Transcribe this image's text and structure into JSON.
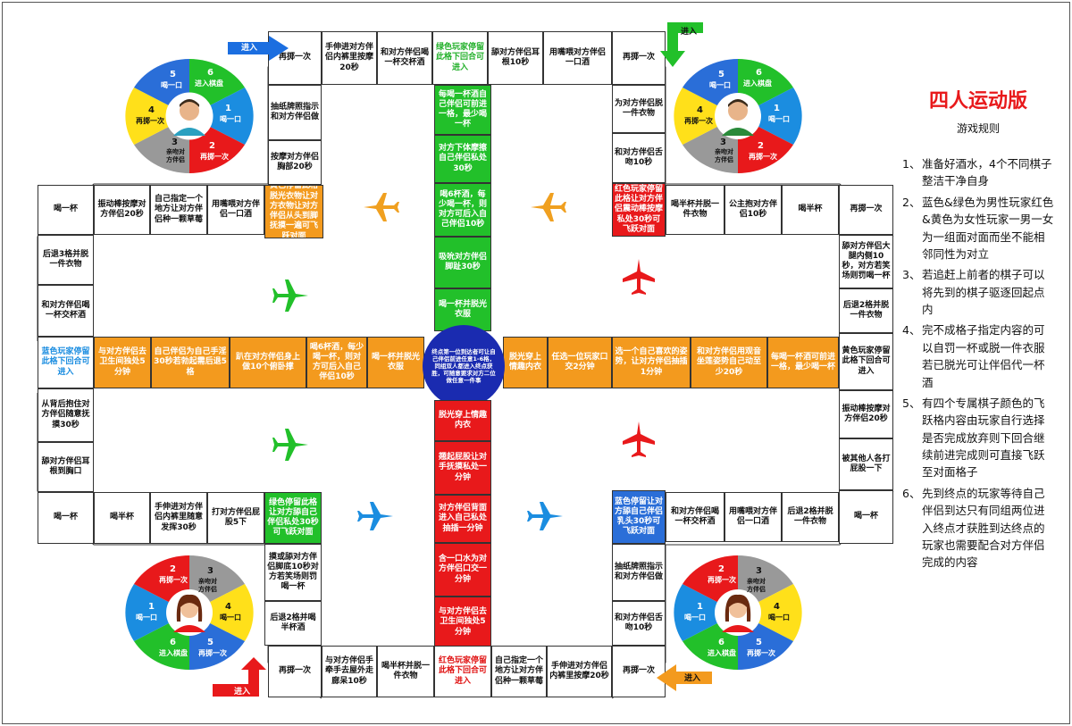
{
  "rules": {
    "title": "四人运动版",
    "subtitle": "游戏规则",
    "items": [
      {
        "num": "1、",
        "text": "准备好酒水，4个不同棋子整洁干净自身"
      },
      {
        "num": "2、",
        "text": "蓝色&绿色为男性玩家红色&黄色为女性玩家一男一女为一组面对面而坐不能相邻同性为对立"
      },
      {
        "num": "3、",
        "text": "若追赶上前者的棋子可以将先到的棋子驱逐回起点内"
      },
      {
        "num": "4、",
        "text": "完不成格子指定内容的可以自罚一杯或脱一件衣服若已脱光可让伴侣代一杯酒"
      },
      {
        "num": "5、",
        "text": "有四个专属棋子颜色的飞跃格内容由玩家自行选择是否完成放弃则下回合继续前进完成则可直接飞跃至对面格子"
      },
      {
        "num": "6、",
        "text": "先到终点的玩家等待自己伴侣到达只有同组两位进入终点才获胜到达终点的玩家也需要配合对方伴侣完成的内容"
      }
    ]
  },
  "enter_label": "进入",
  "center_text": "终点第一位到达者可让自己伴侣前进任意1-6格，同组双人都进入终点获胜，可随意要求对方二位做任意一件事",
  "wheel_labels": {
    "s1": "1喝一口",
    "s2": "2再掷一次",
    "s3": "3亲吻对方伴侣",
    "s4": "4喝一口",
    "s5": "5再掷一次",
    "s6": "6进入棋盘"
  },
  "cells": {
    "top_r1": "再掷一次",
    "top_a": "手伸进对方伴侣内裤里按摩20秒",
    "top_b": "和对方伴侣喝一杯交杯酒",
    "top_c": "绿色玩家停留此格下回合可进入",
    "top_d": "舔对方伴侣耳根10秒",
    "top_e": "用嘴喂对方伴侣一口酒",
    "top_r2": "再掷一次",
    "tl_1": "抽纸牌照指示和对方伴侣做",
    "tl_2": "按摩对方伴侣胸部20秒",
    "tl_3": "黄色停留此格脱光衣物让对方衣物让对方伴侣从头到脚抚摸一遍可飞跃对面",
    "g1": "每喝一杯酒自己伴侣可前进一格，最少喝一杯",
    "g2": "对方下体摩擦自己伴侣私处30秒",
    "g3": "喝6杯酒，每少喝一杯，则对方可后入自己伴侣10秒",
    "g4": "吸吮对方伴侣脚趾30秒",
    "g5": "喝一杯并脱光衣服",
    "tr_1": "为对方伴侣脱一件衣物",
    "tr_2": "和对方伴侣舌吻10秒",
    "tr_3": "红色玩家停留此格让对方伴侣震动棒按摩私处30秒可飞跃对面",
    "tr_4": "喝半杯并脱一件衣物",
    "tr_5": "公主抱对方伴侣10秒",
    "tr_6": "喝半杯",
    "tr_7": "再掷一次",
    "r_1": "舔对方伴侣大腿内侧10秒，对方若笑场则罚喝一杯",
    "r_2": "后退2格并脱一件衣物",
    "r_3": "黄色玩家停留此格下回合可进入",
    "r_4": "振动棒按摩对方伴侣20秒",
    "r_5": "被其他人各打屁股一下",
    "l_1": "喝一杯",
    "l_a": "振动棒按摩对方伴侣20秒",
    "l_b": "自己指定一个地方让对方伴侣种一颗草莓",
    "l_c": "用嘴喂对方伴侣一口酒",
    "l_2": "后退3格并脱一件衣物",
    "l_3": "和对方伴侣喝一杯交杯酒",
    "l_4": "蓝色玩家停留此格下回合可进入",
    "l_5": "从背后抱住对方伴侣随意抚摸30秒",
    "l_6": "舔对方伴侣耳根到胸口",
    "o1": "与对方伴侣去卫生间独处5分钟",
    "o2": "自己伴侣为自己手淫30秒若勃起需后退5格",
    "o3": "趴在对方伴侣身上做10个俯卧撑",
    "o4": "喝6杯酒，每少喝一杯，则对方可后入自己伴侣10秒",
    "o5": "喝一杯并脱光衣服",
    "o6": "脱光穿上情趣内衣",
    "o7": "任选一位玩家口交2分钟",
    "o8": "选一个自己喜欢的姿势，让对方伴侣抽插1分钟",
    "o9": "和对方伴侣用观音坐莲姿势自己动至少20秒",
    "o10": "每喝一杯酒可前进一格，最少喝一杯",
    "d1": "脱光穿上情趣内衣",
    "d2": "翘起屁股让对手抚摸私处一分钟",
    "d3": "对方伴侣背面进入自己私处抽插一分钟",
    "d4": "含一口水为对方伴侣口交一分钟",
    "d5": "与对方伴侣去卫生间独处5分钟",
    "bl_1": "喝一杯",
    "bl_a": "喝半杯",
    "bl_b": "手伸进对方伴侣内裤里随意发挥30秒",
    "bl_c": "打对方伴侣屁股5下",
    "bl_d": "绿色停留此格让对方舔自己伴侣私处30秒可飞跃对面",
    "bl_2": "摸或舔对方伴侣脚底10秒对方若笑场则罚喝一杯",
    "bl_3": "后退2格并喝半杯酒",
    "bot_r1": "再掷一次",
    "bot_a": "与对方伴侣手牵手去屋外走廊呆10秒",
    "bot_b": "喝半杯并脱一件衣物",
    "bot_c": "红色玩家停留此格下回合可进入",
    "bot_d": "自己指定一个地方让对方伴侣种一颗草莓",
    "bot_e": "手伸进对方伴侣内裤里按摩20秒",
    "bot_r2": "再掷一次",
    "br_1": "蓝色停留让对方舔自己伴侣乳头30秒可飞跃对面",
    "br_a": "和对方伴侣喝一杯交杯酒",
    "br_b": "用嘴喂对方伴侣一口酒",
    "br_c": "后退2格并脱一件衣物",
    "br_d": "喝一杯",
    "br_2": "抽纸牌照指示和对方伴侣做",
    "br_3": "和对方伴侣舌吻10秒"
  },
  "colors": {
    "green": "#22c02a",
    "orange": "#f39a1e",
    "red": "#e8191b",
    "yellow": "#ffe01a",
    "blue": "#2a6ed8",
    "center": "#1a2bb0"
  }
}
